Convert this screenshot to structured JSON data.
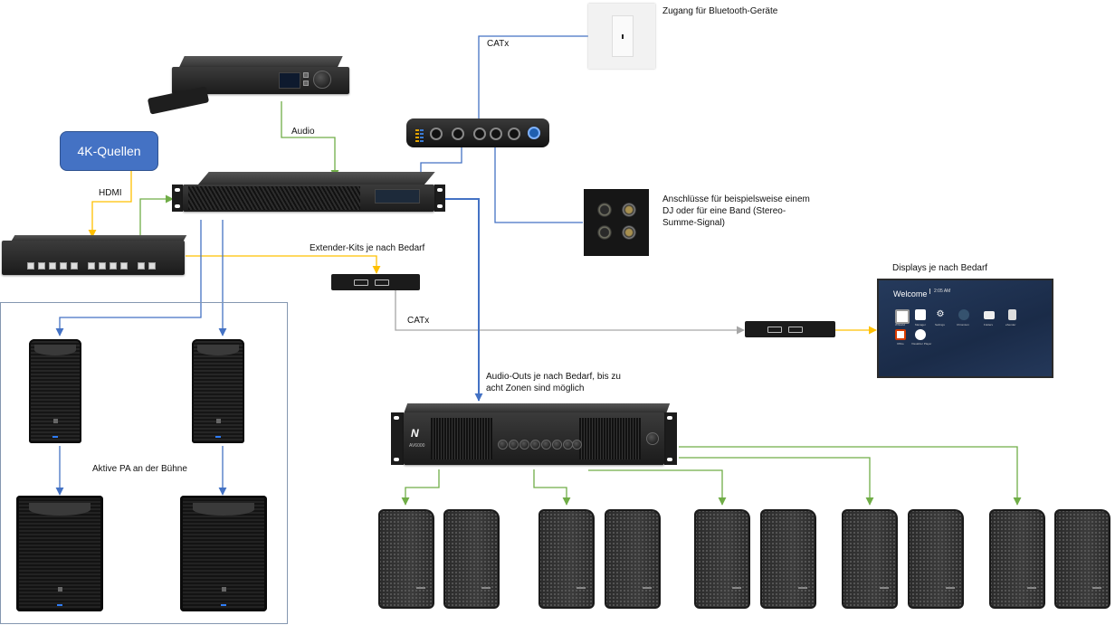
{
  "diagram": {
    "language": "de",
    "nodes": {
      "source_box": {
        "label": "4K-Quellen",
        "fill": "#4472c4"
      },
      "bluetooth_plate": {
        "label": "Zugang für Bluetooth-Geräte"
      },
      "xlr_plate": {
        "label": "Anschlüsse für beispielsweise einem DJ oder für eine Band (Stereo-Summe-Signal)"
      },
      "displays": {
        "label": "Displays je nach Bedarf",
        "screen": {
          "welcome": "Welcome",
          "time": "2:05 AM",
          "apps": [
            "Whitebd",
            "Manager",
            "Settings",
            "Chromium",
            "Folders",
            "eSender",
            "Office",
            "Visualizer Player"
          ]
        }
      },
      "amplifier": {
        "label": "Audio-Outs je nach Bedarf, bis zu acht Zonen sind möglich",
        "brand": "AV6000"
      },
      "stage": {
        "label": "Aktive PA an der Bühne"
      },
      "extender": {
        "label": "Extender-Kits je nach Bedarf"
      }
    },
    "edge_labels": {
      "audio": "Audio",
      "hdmi": "HDMI",
      "catx_top": "CATx",
      "catx_extender": "CATx"
    },
    "colors": {
      "audio_green": "#70ad47",
      "hdmi_yellow": "#ffc000",
      "network_blue": "#4472c4",
      "catx_gray": "#a6a6a6",
      "stage_border": "#8497b0"
    },
    "zones": {
      "count_visible": 5,
      "max": 8
    }
  }
}
